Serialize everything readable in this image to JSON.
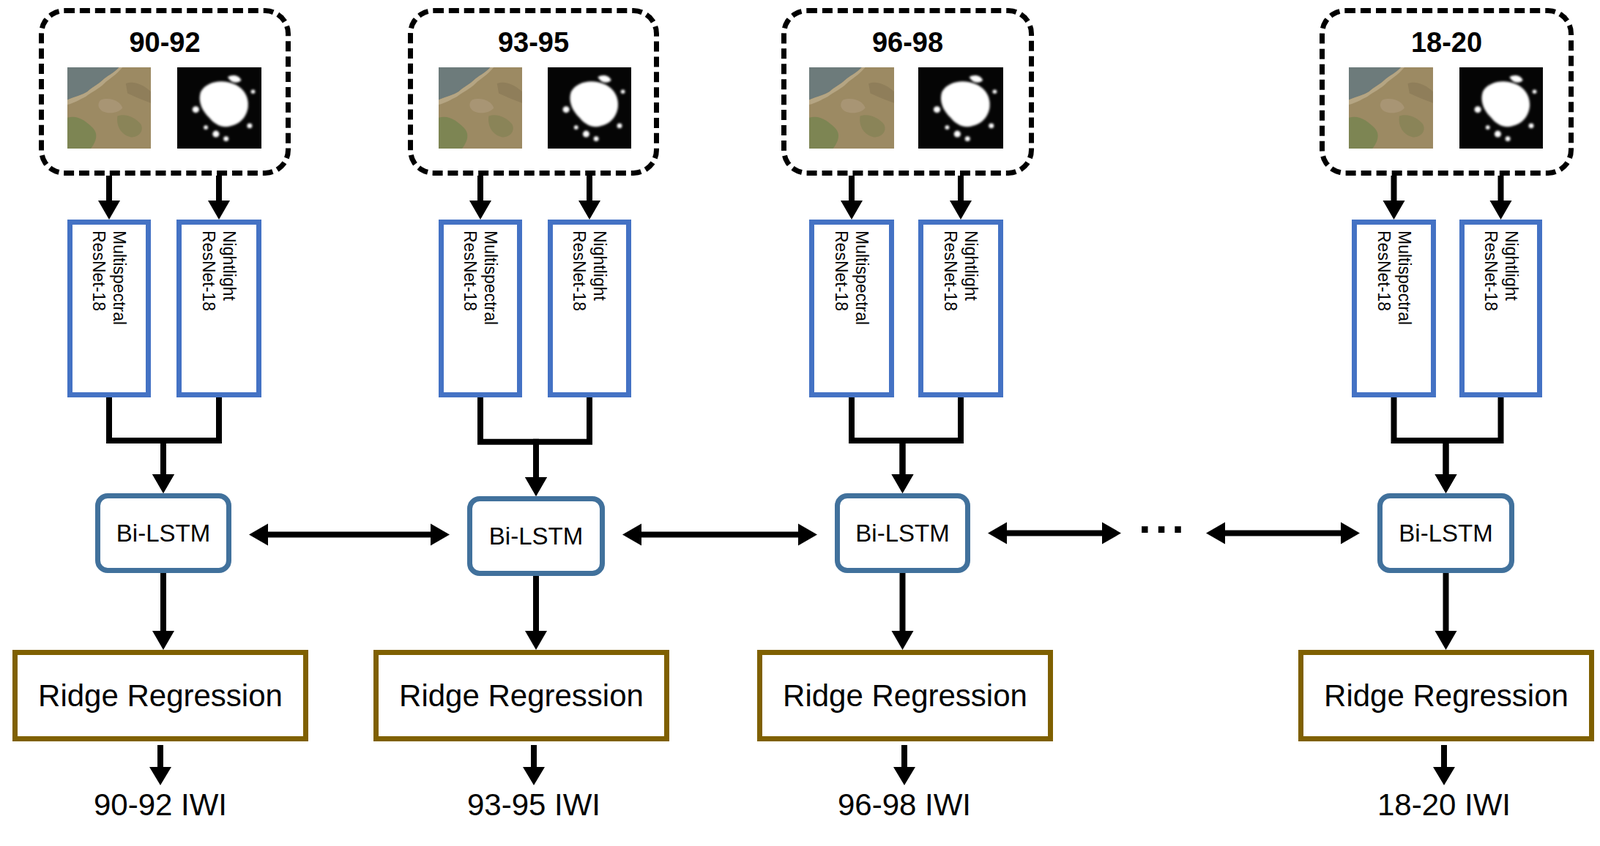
{
  "diagram": {
    "nodes": [
      {
        "text": [
          "90-92"
        ]
      },
      {
        "text": [
          "Multispectral ResNet-18"
        ]
      },
      {
        "text": [
          "Nightlight ResNet-18"
        ]
      },
      {
        "text": [
          "Bi-LSTM"
        ]
      },
      {
        "text": [
          "Ridge Regression"
        ]
      },
      {
        "text": [
          "93-95"
        ]
      },
      {
        "text": [
          "Multispectral ResNet-18"
        ]
      },
      {
        "text": [
          "Nightlight ResNet-18"
        ]
      },
      {
        "text": [
          "Bi-LSTM"
        ]
      },
      {
        "text": [
          "Ridge Regression"
        ]
      },
      {
        "text": [
          "96-98"
        ]
      },
      {
        "text": [
          "Multispectral ResNet-18"
        ]
      },
      {
        "text": [
          "Nightlight ResNet-18"
        ]
      },
      {
        "text": [
          "Bi-LSTM"
        ]
      },
      {
        "text": [
          "Ridge Regression"
        ]
      },
      {
        "text": [
          "18-20"
        ]
      },
      {
        "text": [
          "Multispectral ResNet-18"
        ]
      },
      {
        "text": [
          "Nightlight ResNet-18"
        ]
      },
      {
        "text": [
          "Bi-LSTM"
        ]
      },
      {
        "text": [
          "Ridge Regression"
        ]
      }
    ],
    "edges": [
      {
        "from": 0,
        "to": 1,
        "arrow": "to"
      },
      {
        "from": 0,
        "to": 2,
        "arrow": "to"
      },
      {
        "from": 1,
        "to": 3,
        "arrow": "to"
      },
      {
        "from": 2,
        "to": 3,
        "arrow": "to"
      },
      {
        "from": 3,
        "to": 4,
        "arrow": "to"
      },
      {
        "from": 5,
        "to": 6,
        "arrow": "to"
      },
      {
        "from": 5,
        "to": 7,
        "arrow": "to"
      },
      {
        "from": 6,
        "to": 8,
        "arrow": "to"
      },
      {
        "from": 7,
        "to": 8,
        "arrow": "to"
      },
      {
        "from": 8,
        "to": 9,
        "arrow": "to"
      },
      {
        "from": 10,
        "to": 11,
        "arrow": "to"
      },
      {
        "from": 10,
        "to": 12,
        "arrow": "to"
      },
      {
        "from": 11,
        "to": 13,
        "arrow": "to"
      },
      {
        "from": 12,
        "to": 13,
        "arrow": "to"
      },
      {
        "from": 13,
        "to": 14,
        "arrow": "to"
      },
      {
        "from": 15,
        "to": 16,
        "arrow": "to"
      },
      {
        "from": 15,
        "to": 17,
        "arrow": "to"
      },
      {
        "from": 16,
        "to": 18,
        "arrow": "to"
      },
      {
        "from": 17,
        "to": 18,
        "arrow": "to"
      },
      {
        "from": 18,
        "to": 19,
        "arrow": "to"
      },
      {
        "from": 3,
        "to": 8,
        "arrow": "both"
      },
      {
        "from": 8,
        "to": 13,
        "arrow": "both"
      },
      {
        "from": 13,
        "to": 18,
        "arrow": "both"
      }
    ],
    "labels": [
      "90-92 IWI",
      "93-95 IWI",
      "96-98 IWI",
      "18-20 IWI",
      "..."
    ]
  }
}
